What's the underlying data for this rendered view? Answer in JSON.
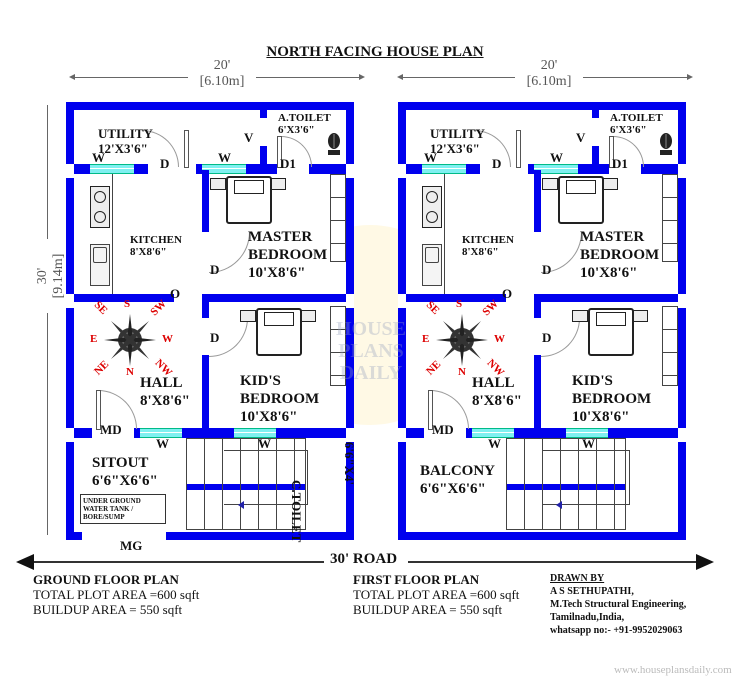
{
  "title": "NORTH FACING HOUSE PLAN",
  "dimensions": {
    "left_width_ft": "20'",
    "left_width_m": "[6.10m]",
    "right_width_ft": "20'",
    "right_width_m": "[6.10m]",
    "depth_ft": "30'",
    "depth_m": "[9.14m]"
  },
  "ground_floor": {
    "rooms": {
      "utility": {
        "name": "UTILITY",
        "size": "12'X3'6\""
      },
      "a_toilet": {
        "name": "A.TOILET",
        "size": "6'X3'6\""
      },
      "kitchen": {
        "name": "KITCHEN",
        "size": "8'X8'6\""
      },
      "master_bedroom": {
        "name": "MASTER",
        "name2": "BEDROOM",
        "size": "10'X8'6\""
      },
      "hall": {
        "name": "HALL",
        "size": "8'X8'6\""
      },
      "kids_bedroom": {
        "name": "KID'S",
        "name2": "BEDROOM",
        "size": "10'X8'6\""
      },
      "sitout": {
        "name": "SITOUT",
        "size": "6'6\"X6'6\""
      },
      "c_toilet": {
        "name": "C.TOILET",
        "size": "6'6\"X4'"
      }
    },
    "marks": {
      "w": "W",
      "d": "D",
      "d1": "D1",
      "v": "V",
      "o": "O",
      "md": "MD",
      "mg": "MG"
    },
    "tank": "UNDER GROUND WATER TANK / BORE/SUMP"
  },
  "first_floor": {
    "rooms": {
      "utility": {
        "name": "UTILITY",
        "size": "12'X3'6\""
      },
      "a_toilet": {
        "name": "A.TOILET",
        "size": "6'X3'6\""
      },
      "kitchen": {
        "name": "KITCHEN",
        "size": "8'X8'6\""
      },
      "master_bedroom": {
        "name": "MASTER",
        "name2": "BEDROOM",
        "size": "10'X8'6\""
      },
      "hall": {
        "name": "HALL",
        "size": "8'X8'6\""
      },
      "kids_bedroom": {
        "name": "KID'S",
        "name2": "BEDROOM",
        "size": "10'X8'6\""
      },
      "balcony": {
        "name": "BALCONY",
        "size": "6'6\"X6'6\""
      }
    },
    "marks": {
      "w": "W",
      "d": "D",
      "d1": "D1",
      "v": "V",
      "o": "O",
      "md": "MD"
    }
  },
  "compass": {
    "s": "S",
    "sw": "SW",
    "w": "W",
    "nw": "NW",
    "n": "N",
    "ne": "NE",
    "e": "E",
    "se": "SE"
  },
  "watermark": {
    "line1": "HOUSE",
    "line2": "PLANS",
    "line3": "DAILY"
  },
  "road": "30' ROAD",
  "footer": {
    "ground": {
      "title": "GROUND FLOOR PLAN",
      "plot": "TOTAL PLOT AREA =600 sqft",
      "buildup": "BUILDUP AREA = 550 sqft"
    },
    "first": {
      "title": "FIRST FLOOR PLAN",
      "plot": "TOTAL PLOT AREA =600 sqft",
      "buildup": "BUILDUP AREA = 550 sqft"
    },
    "drawn_by": {
      "heading": "DRAWN BY",
      "name": "A S SETHUPATHI,",
      "qualification": "M.Tech Structural Engineering,",
      "location": "Tamilnadu,India,",
      "contact": "whatsapp no:- +91-9952029063"
    }
  },
  "website": "www.houseplansdaily.com",
  "colors": {
    "wall": "#0000ee",
    "window": "#7ff0f0",
    "compass_text": "#dd0000"
  }
}
